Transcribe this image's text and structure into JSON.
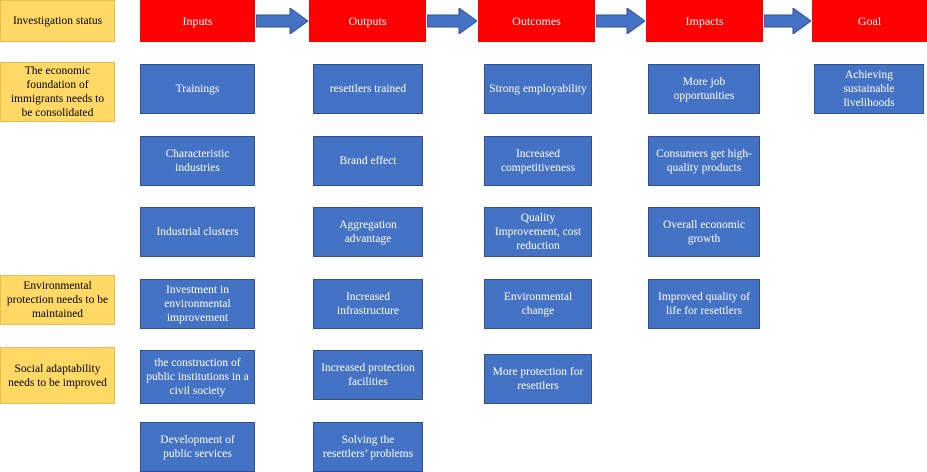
{
  "status": {
    "header": "Investigation status",
    "items": [
      "The economic foundation of immigrants needs to be consolidated",
      "Environmental protection needs to be maintained",
      "Social adaptability needs to be improved"
    ]
  },
  "headers": [
    "Inputs",
    "Outputs",
    "Outcomes",
    "Impacts",
    "Goal"
  ],
  "inputs": [
    "Trainings",
    "Characteristic industries",
    "Industrial clusters",
    "Investment in environmental improvement",
    "the construction of public institutions in a civil society",
    "Development of public services"
  ],
  "outputs": [
    "resettlers trained",
    "Brand effect",
    "Aggregation advantage",
    "Increased infrastructure",
    "Increased protection facilities",
    "Solving the resettlers’ problems"
  ],
  "outcomes": [
    "Strong employability",
    "Increased competitiveness",
    "Quality Improvement, cost reduction",
    "Environmental change",
    "More protection for resettlers"
  ],
  "impacts": [
    "More job opportunities",
    "Consumers get high-quality products",
    "Overall economic growth",
    "Improved quality of life for resettlers"
  ],
  "goal": [
    "Achieving sustainable livelihoods"
  ],
  "colors": {
    "status": "#ffd966",
    "header": "#ff0000",
    "box": "#4472c4",
    "arrow": "#4472c4"
  }
}
